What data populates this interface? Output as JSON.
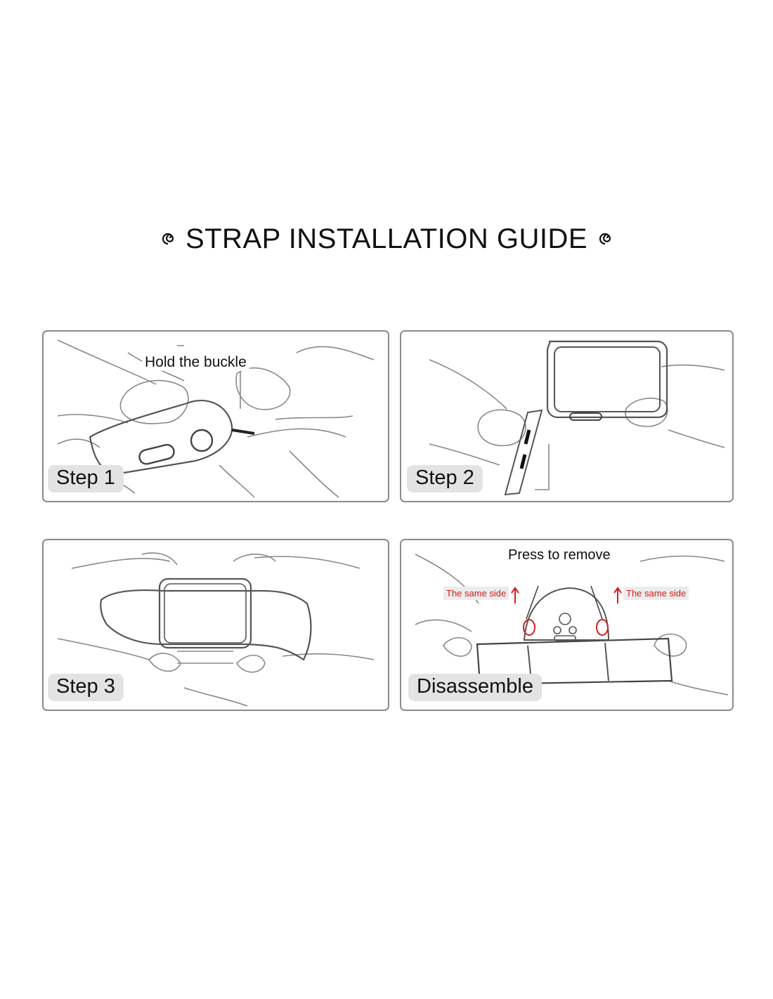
{
  "title": "STRAP INSTALLATION GUIDE",
  "panels": {
    "step1": {
      "label": "Step 1",
      "callout": "Hold the buckle"
    },
    "step2": {
      "label": "Step 2"
    },
    "step3": {
      "label": "Step 3"
    },
    "disassemble": {
      "label": "Disassemble",
      "callout": "Press to remove",
      "left_note": "The same side",
      "right_note": "The same side"
    }
  },
  "colors": {
    "line": "#6e6e6e",
    "panel_border": "#8a8a8a",
    "badge_bg": "#e3e3e3",
    "highlight_red": "#d21e1e"
  },
  "icons": [
    "swirl-icon"
  ]
}
